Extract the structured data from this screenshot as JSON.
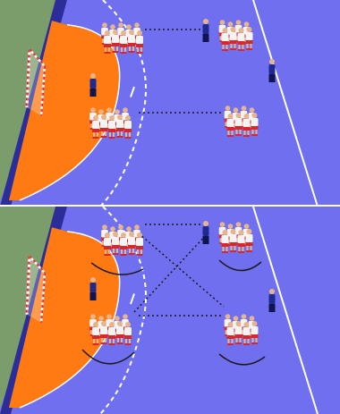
{
  "colors": {
    "court": "#6f6ff0",
    "court_dark": "#5858d6",
    "goal_area": "#ff7a12",
    "grass": "#7a9d6b",
    "border": "#2d2d9a",
    "line": "#ffffff",
    "dashed_line": "#ffffff",
    "shirt_white": "#f4f4f4",
    "shorts_red": "#d9262b",
    "skin": "#e8b48a",
    "coach_blue": "#1f2a8f",
    "connector": "#1a1a1a",
    "arc": "#1a1a1a"
  },
  "drills": [
    {
      "id": "drill-1",
      "connections": "parallel"
    },
    {
      "id": "drill-2",
      "connections": "parallel-and-cross",
      "has_arcs": true
    }
  ],
  "icons": {
    "goal": "handball-goal-icon",
    "coach": "coach-figure-icon",
    "player": "player-figure-icon"
  }
}
